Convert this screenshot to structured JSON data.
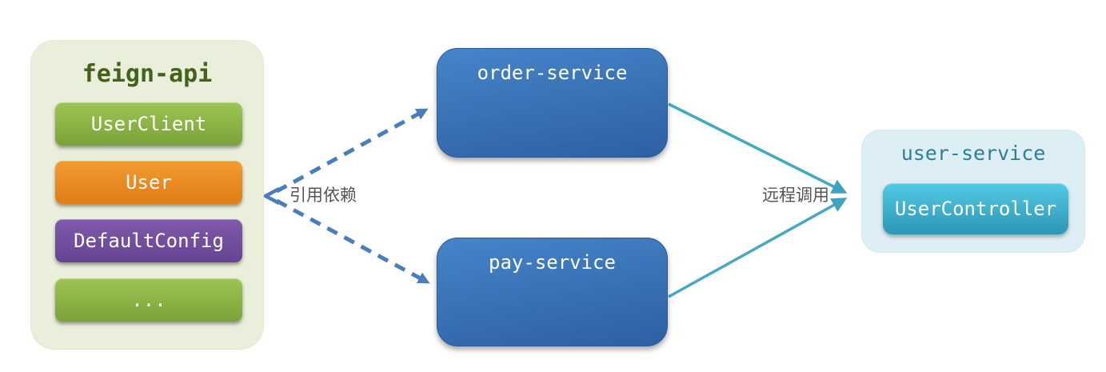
{
  "feign_api": {
    "title": "feign-api",
    "items": [
      {
        "label": "UserClient",
        "color": "#8db84a"
      },
      {
        "label": "User",
        "color": "#ec8c20"
      },
      {
        "label": "DefaultConfig",
        "color": "#74509f"
      },
      {
        "label": "...",
        "color": "#8db84a"
      }
    ]
  },
  "services": [
    {
      "name": "order-service"
    },
    {
      "name": "pay-service"
    }
  ],
  "user_service": {
    "title": "user-service",
    "items": [
      {
        "label": "UserController"
      }
    ]
  },
  "edges": {
    "dependency_label": "引用依赖",
    "remote_call_label": "远程调用"
  },
  "colors": {
    "feign_panel_bg": "#e9efdb",
    "feign_title_text": "#46611c",
    "service_box_blue": "#3a74b8",
    "user_panel_bg": "#ddeef5",
    "user_title_text": "#2e7e96",
    "controller_cyan": "#3eb3d2",
    "dependency_arrow": "#4a7dbd",
    "remote_call_arrow": "#3fa3bf",
    "edge_label_text": "#565656"
  }
}
